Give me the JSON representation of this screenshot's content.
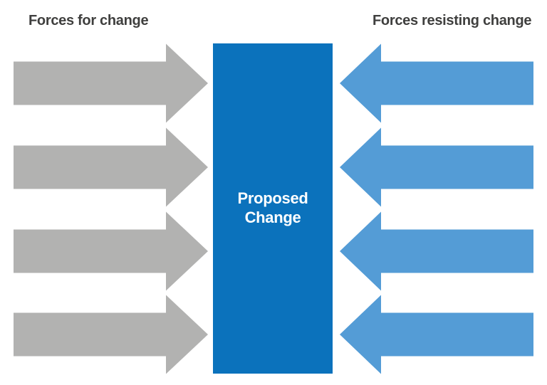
{
  "diagram": {
    "type": "force-field-analysis",
    "left_panel": {
      "heading": "Forces for change",
      "arrow_count": 4,
      "arrow_direction": "right"
    },
    "right_panel": {
      "heading": "Forces resisting change",
      "arrow_count": 4,
      "arrow_direction": "left"
    },
    "center": {
      "label": "Proposed Change"
    }
  },
  "colors": {
    "background": "#ffffff",
    "driving_arrow": "#b2b2b1",
    "resisting_arrow": "#549cd6",
    "change_box": "#0b72bc",
    "heading_text": "#3f3f3e",
    "change_box_text": "#ffffff"
  }
}
